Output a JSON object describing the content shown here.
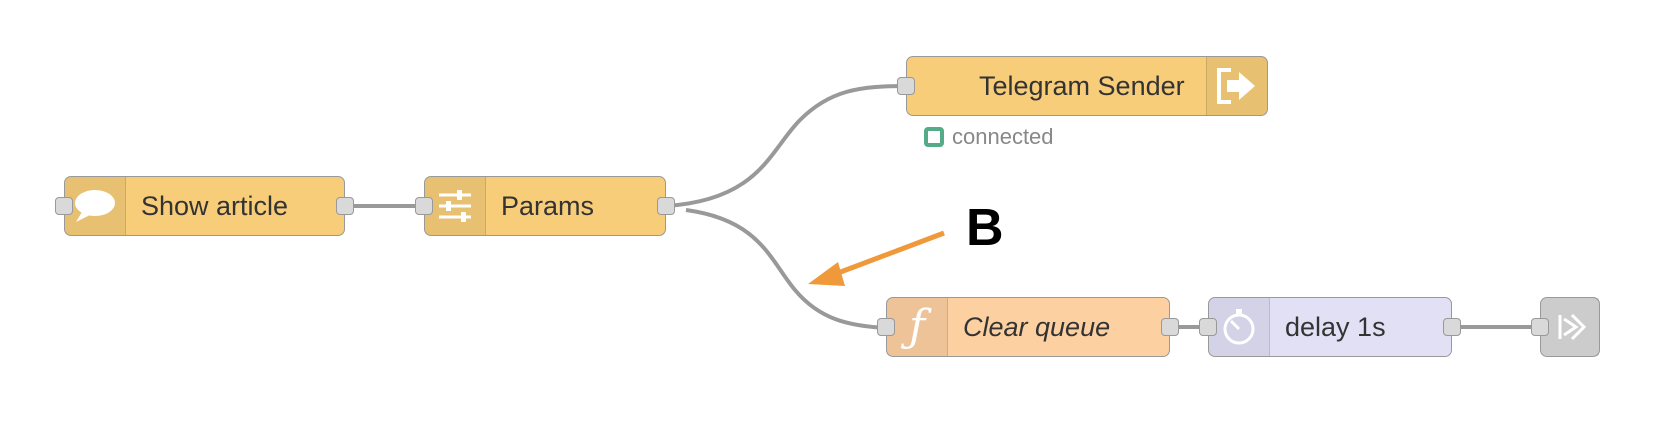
{
  "nodes": {
    "show_article": {
      "label": "Show article",
      "icon": "comment-icon"
    },
    "params": {
      "label": "Params",
      "icon": "sliders-icon"
    },
    "telegram_sender": {
      "label": "Telegram Sender",
      "icon": "sign-out-icon"
    },
    "clear_queue": {
      "label": "Clear queue",
      "icon": "function-icon"
    },
    "delay": {
      "label": "delay 1s",
      "icon": "timer-icon"
    },
    "link_out": {
      "label": "",
      "icon": "link-out-icon"
    }
  },
  "status": {
    "text": "connected",
    "color": "#5a8"
  },
  "annotation": {
    "label": "B",
    "arrow_color": "#f0993a"
  },
  "colors": {
    "node_gold": "#f7cd7a",
    "node_function": "#fcd0a1",
    "node_delay": "#e2e0f5",
    "node_link": "#d9d9d9",
    "wire": "#999999"
  }
}
